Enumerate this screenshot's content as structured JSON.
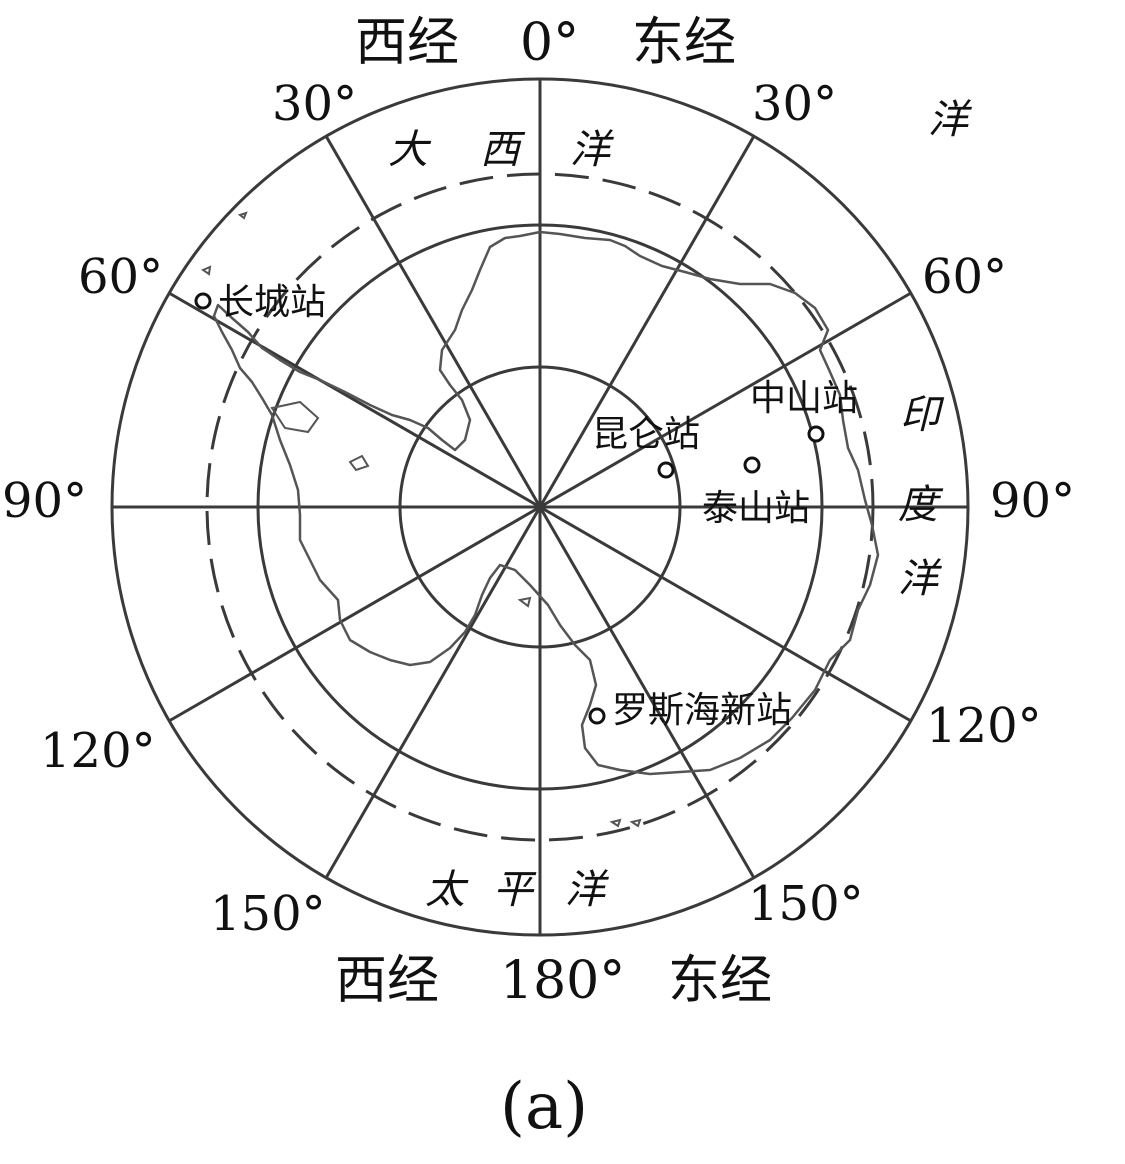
{
  "header": {
    "top": {
      "west": "西经",
      "degree": "0°",
      "east": "东经"
    },
    "bottom": {
      "west": "西经",
      "degree": "180°",
      "east": "东经"
    }
  },
  "degree_labels": {
    "top_left_30": "30°",
    "top_right_30": "30°",
    "left_60": "60°",
    "right_60": "60°",
    "left_90": "90°",
    "right_90": "90°",
    "left_120": "120°",
    "right_120": "120°",
    "bottom_left_150": "150°",
    "bottom_right_150": "150°"
  },
  "oceans": {
    "atlantic": [
      "大",
      "西",
      "洋"
    ],
    "pacific": [
      "太",
      "平",
      "洋"
    ],
    "indian": [
      "印",
      "度",
      "洋"
    ],
    "ocean_top_right": "洋"
  },
  "stations": [
    {
      "name": "长城站"
    },
    {
      "name": "中山站"
    },
    {
      "name": "昆仑站"
    },
    {
      "name": "泰山站"
    },
    {
      "name": "罗斯海新站"
    }
  ],
  "panel_label": "(a)",
  "colors": {
    "grid": "#3a3a3a",
    "coast": "#555555",
    "text": "#111111"
  }
}
